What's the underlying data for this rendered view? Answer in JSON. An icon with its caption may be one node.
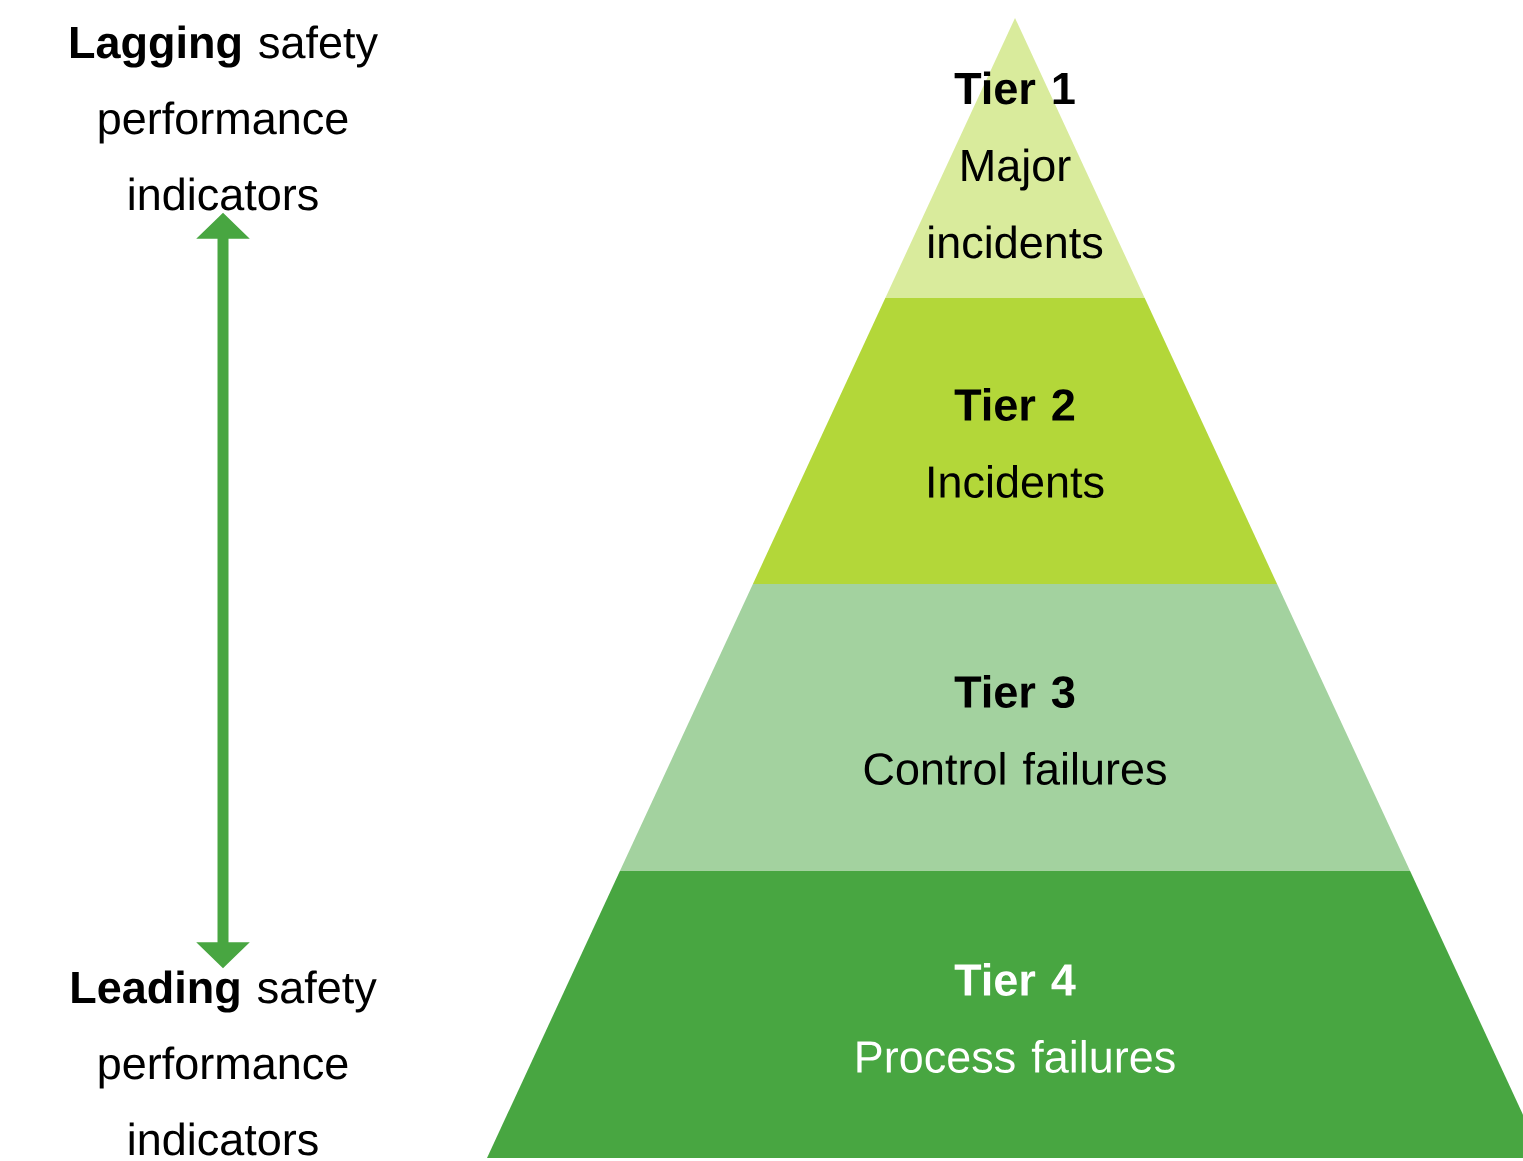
{
  "diagram": {
    "nodes": [
      {
        "text": [
          "Tier 1",
          "Major incidents"
        ]
      },
      {
        "text": [
          "Tier 2",
          "Incidents"
        ]
      },
      {
        "text": [
          "Tier 3",
          "Control failures"
        ]
      },
      {
        "text": [
          "Tier 4",
          "Process failures"
        ]
      },
      {
        "text": [
          "**Lagging** safety performance indicators"
        ]
      },
      {
        "text": [
          "**Leading** safety performance indicators"
        ]
      }
    ],
    "edges": [
      {
        "from": 4,
        "to": 5,
        "arrow": "both",
        "color": "#48a641"
      }
    ]
  }
}
